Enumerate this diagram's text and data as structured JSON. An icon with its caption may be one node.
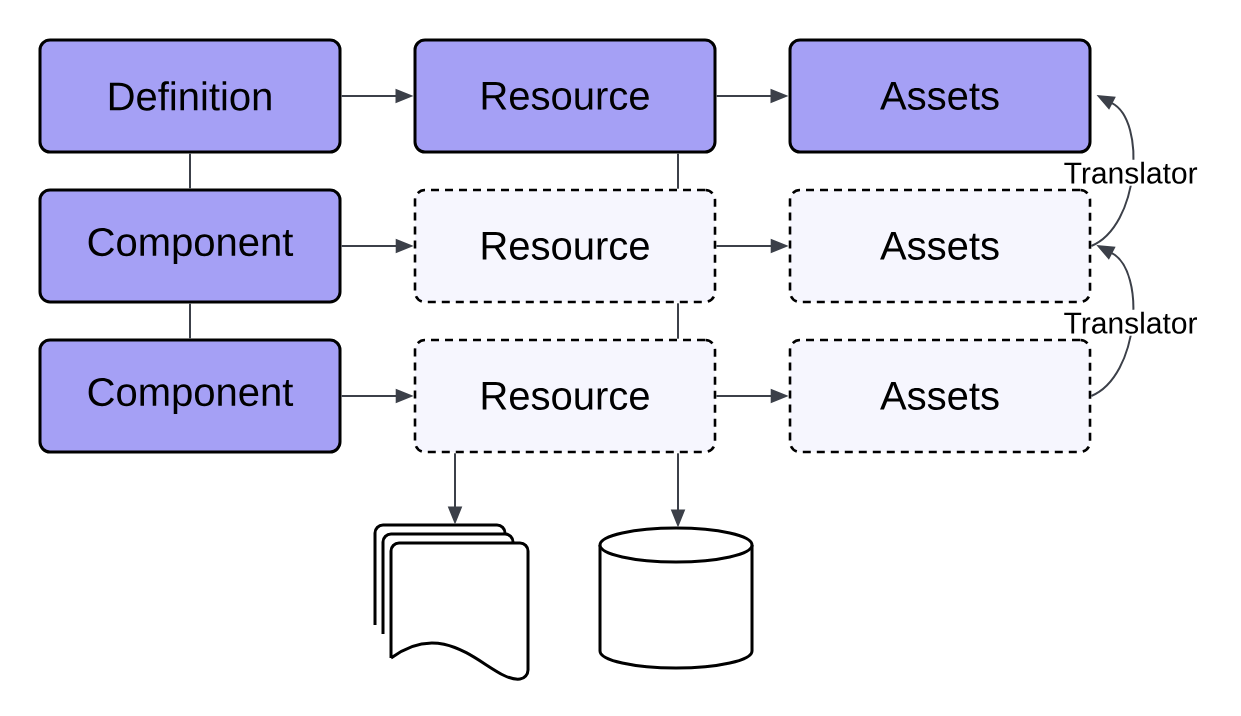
{
  "diagram": {
    "nodes": [
      {
        "text": [
          "Definition"
        ]
      },
      {
        "text": [
          "Resource"
        ]
      },
      {
        "text": [
          "Assets"
        ]
      },
      {
        "text": [
          "Component"
        ]
      },
      {
        "text": [
          "Resource"
        ]
      },
      {
        "text": [
          "Assets"
        ]
      },
      {
        "text": [
          "Component"
        ]
      },
      {
        "text": [
          "Resource"
        ]
      },
      {
        "text": [
          "Assets"
        ]
      },
      {
        "text": [],
        "shape": "picture"
      },
      {
        "text": [],
        "shape": "cylinder"
      }
    ],
    "edges": [
      {
        "from": 0,
        "to": 1,
        "arrow": "to"
      },
      {
        "from": 1,
        "to": 2,
        "arrow": "to"
      },
      {
        "from": 0,
        "to": 3,
        "arrow": "none"
      },
      {
        "from": 1,
        "to": 4,
        "arrow": "none"
      },
      {
        "from": 3,
        "to": 4,
        "arrow": "to"
      },
      {
        "from": 4,
        "to": 5,
        "arrow": "to"
      },
      {
        "from": 5,
        "to": 2,
        "arrow": "to",
        "label": "Translator"
      },
      {
        "from": 3,
        "to": 6,
        "arrow": "none"
      },
      {
        "from": 4,
        "to": 7,
        "arrow": "none"
      },
      {
        "from": 6,
        "to": 7,
        "arrow": "to"
      },
      {
        "from": 7,
        "to": 8,
        "arrow": "to"
      },
      {
        "from": 8,
        "to": 5,
        "arrow": "to",
        "label": "Translator"
      },
      {
        "from": 7,
        "to": 9,
        "arrow": "to"
      },
      {
        "from": 7,
        "to": 10,
        "arrow": "to"
      }
    ]
  }
}
